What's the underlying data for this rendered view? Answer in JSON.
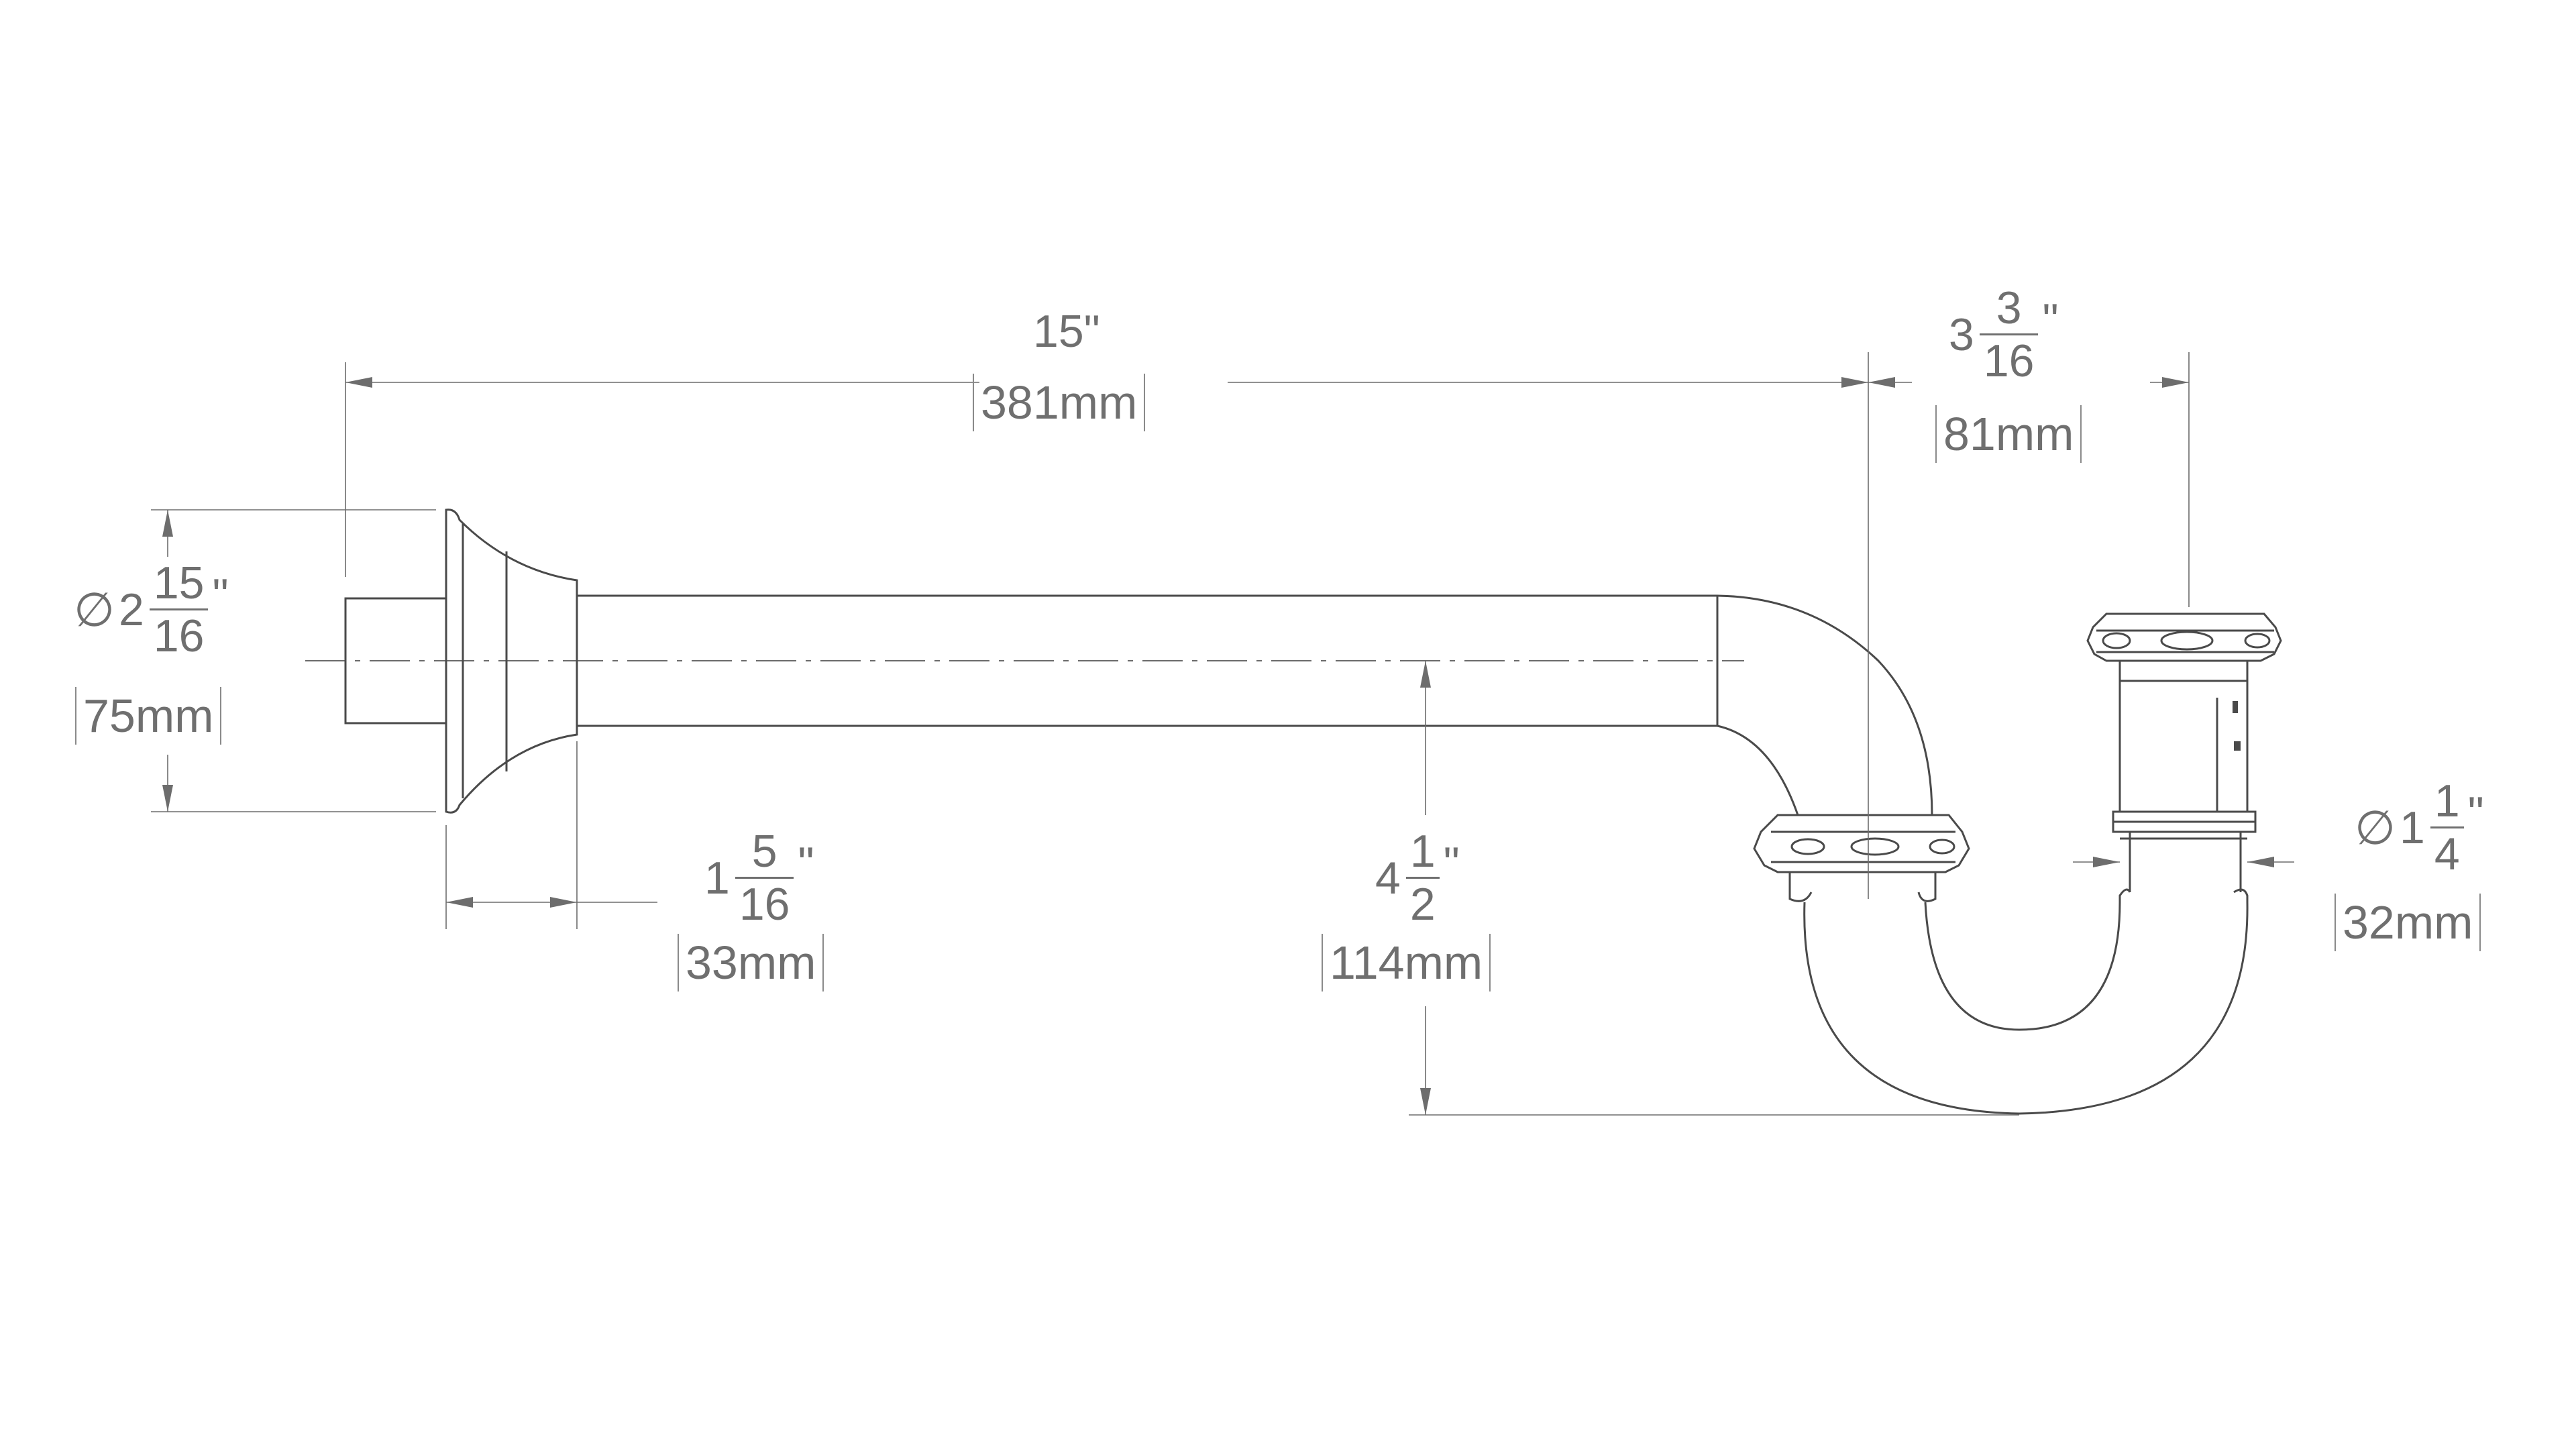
{
  "dimensions": {
    "overall_length": {
      "label": "15\"",
      "metric": "381mm"
    },
    "trap_offset": {
      "whole": "3",
      "num": "3",
      "den": "16",
      "unit": "\"",
      "metric": "81mm"
    },
    "flange_diameter": {
      "symbol": "∅",
      "whole": "2",
      "num": "15",
      "den": "16",
      "unit": "\"",
      "metric": "75mm"
    },
    "flange_depth": {
      "whole": "1",
      "num": "5",
      "den": "16",
      "unit": "\"",
      "metric": "33mm"
    },
    "drop_height": {
      "whole": "4",
      "num": "1",
      "den": "2",
      "unit": "\"",
      "metric": "114mm"
    },
    "tube_diameter": {
      "symbol": "∅",
      "whole": "1",
      "num": "1",
      "den": "4",
      "unit": "\"",
      "metric": "32mm"
    }
  }
}
